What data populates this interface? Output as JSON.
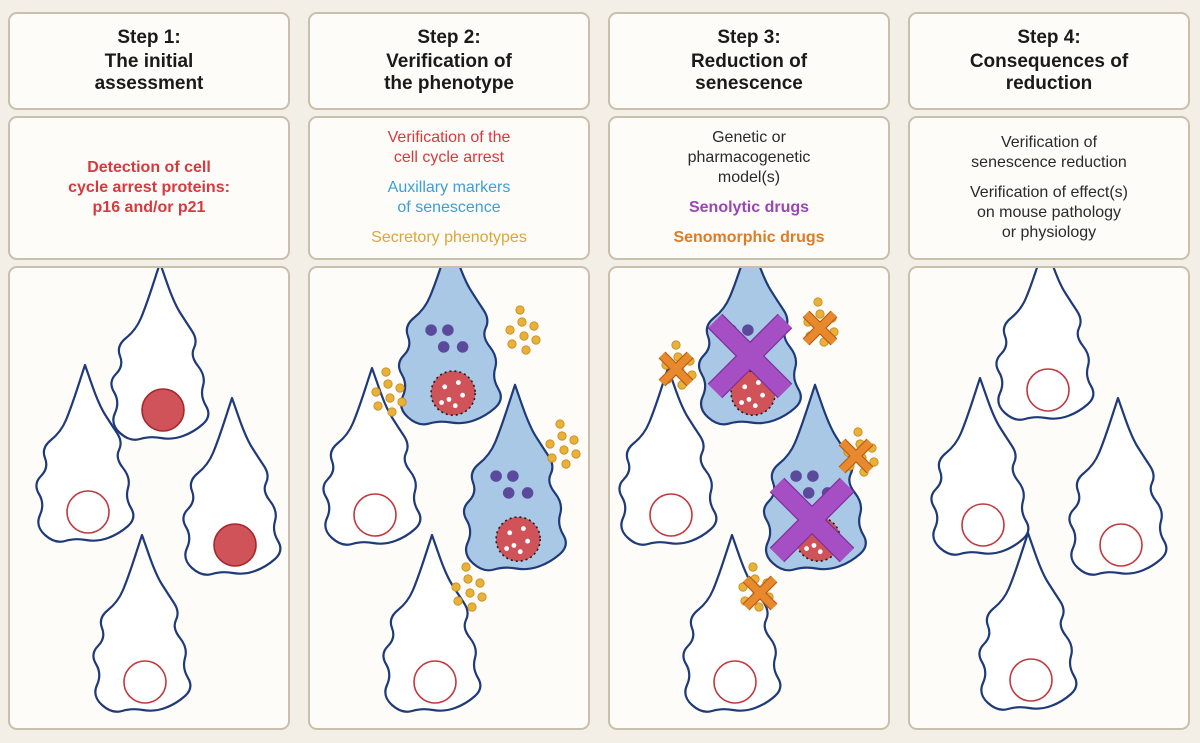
{
  "steps": [
    {
      "number": "Step 1:",
      "title_lines": [
        "The initial",
        "assessment"
      ],
      "description": [
        {
          "text": "Detection of cell",
          "color": "#d63a3f"
        },
        {
          "text": "cycle arrest proteins:",
          "color": "#d63a3f"
        },
        {
          "text": "p16 and/or p21",
          "color": "#d63a3f"
        }
      ]
    },
    {
      "number": "Step 2:",
      "title_lines": [
        "Verification of",
        "the phenotype"
      ],
      "description": [
        {
          "text": "Verification of the",
          "color": "#d63a3f"
        },
        {
          "text": "cell cycle arrest",
          "color": "#d63a3f"
        },
        {
          "text": "Auxillary markers",
          "color": "#3c9fd5"
        },
        {
          "text": "of senescence",
          "color": "#3c9fd5"
        },
        {
          "text": "Secretory phenotypes",
          "color": "#d9a73a"
        }
      ]
    },
    {
      "number": "Step 3:",
      "title_lines": [
        "Reduction of",
        "senescence"
      ],
      "description": [
        {
          "text": "Genetic or",
          "color": "#2a2a2a"
        },
        {
          "text": "pharmacogenetic",
          "color": "#2a2a2a"
        },
        {
          "text": "model(s)",
          "color": "#2a2a2a"
        },
        {
          "text": "Senolytic drugs",
          "color": "#9b45b6"
        },
        {
          "text": "Senomorphic drugs",
          "color": "#e07b25"
        }
      ]
    },
    {
      "number": "Step 4:",
      "title_lines": [
        "Consequences of",
        "reduction"
      ],
      "description": [
        {
          "text": "Verification of",
          "color": "#2a2a2a"
        },
        {
          "text": "senescence reduction",
          "color": "#2a2a2a"
        },
        {
          "text": "Verification of effect(s)",
          "color": "#2a2a2a"
        },
        {
          "text": "on mouse pathology",
          "color": "#2a2a2a"
        },
        {
          "text": "or physiology",
          "color": "#2a2a2a"
        }
      ]
    }
  ],
  "colors": {
    "cell_outline": "#1f3a78",
    "senescent_fill": "#a9c8e6",
    "nucleus_normal": "#c0393e",
    "nucleus_positive": "#cf5358",
    "granule": "#5b4a9c",
    "secretory_dot": "#e8b23a",
    "senolytic_x": "#a64fc4",
    "senomorphic_x": "#e7892c"
  }
}
